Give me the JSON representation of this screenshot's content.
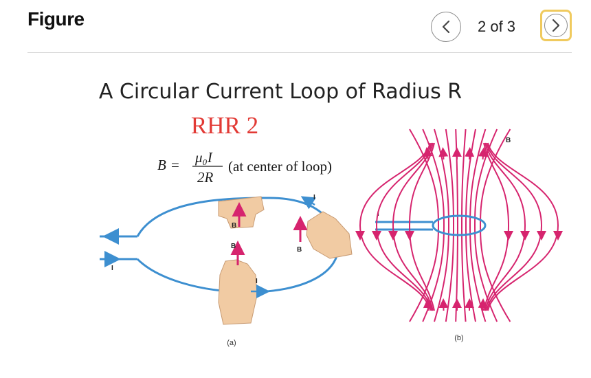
{
  "header": {
    "title": "Figure",
    "pager": "2 of 3",
    "prev_icon": "chevron-left-icon",
    "next_icon": "chevron-right-icon"
  },
  "figure": {
    "title": "A Circular Current Loop of Radius R",
    "subtitle": "RHR 2",
    "formula": {
      "lhs": "B",
      "equals": "=",
      "numerator": "μ₀I",
      "denominator": "2R",
      "note": "(at center of loop)"
    },
    "panel_a": {
      "caption": "(a)",
      "labels": {
        "current": "I",
        "field": "B"
      }
    },
    "panel_b": {
      "caption": "(b)",
      "labels": {
        "current": "I",
        "field": "B"
      }
    },
    "colors": {
      "loop": "#3d8fd0",
      "field": "#d6246e",
      "skin": "#f1cba3"
    }
  }
}
